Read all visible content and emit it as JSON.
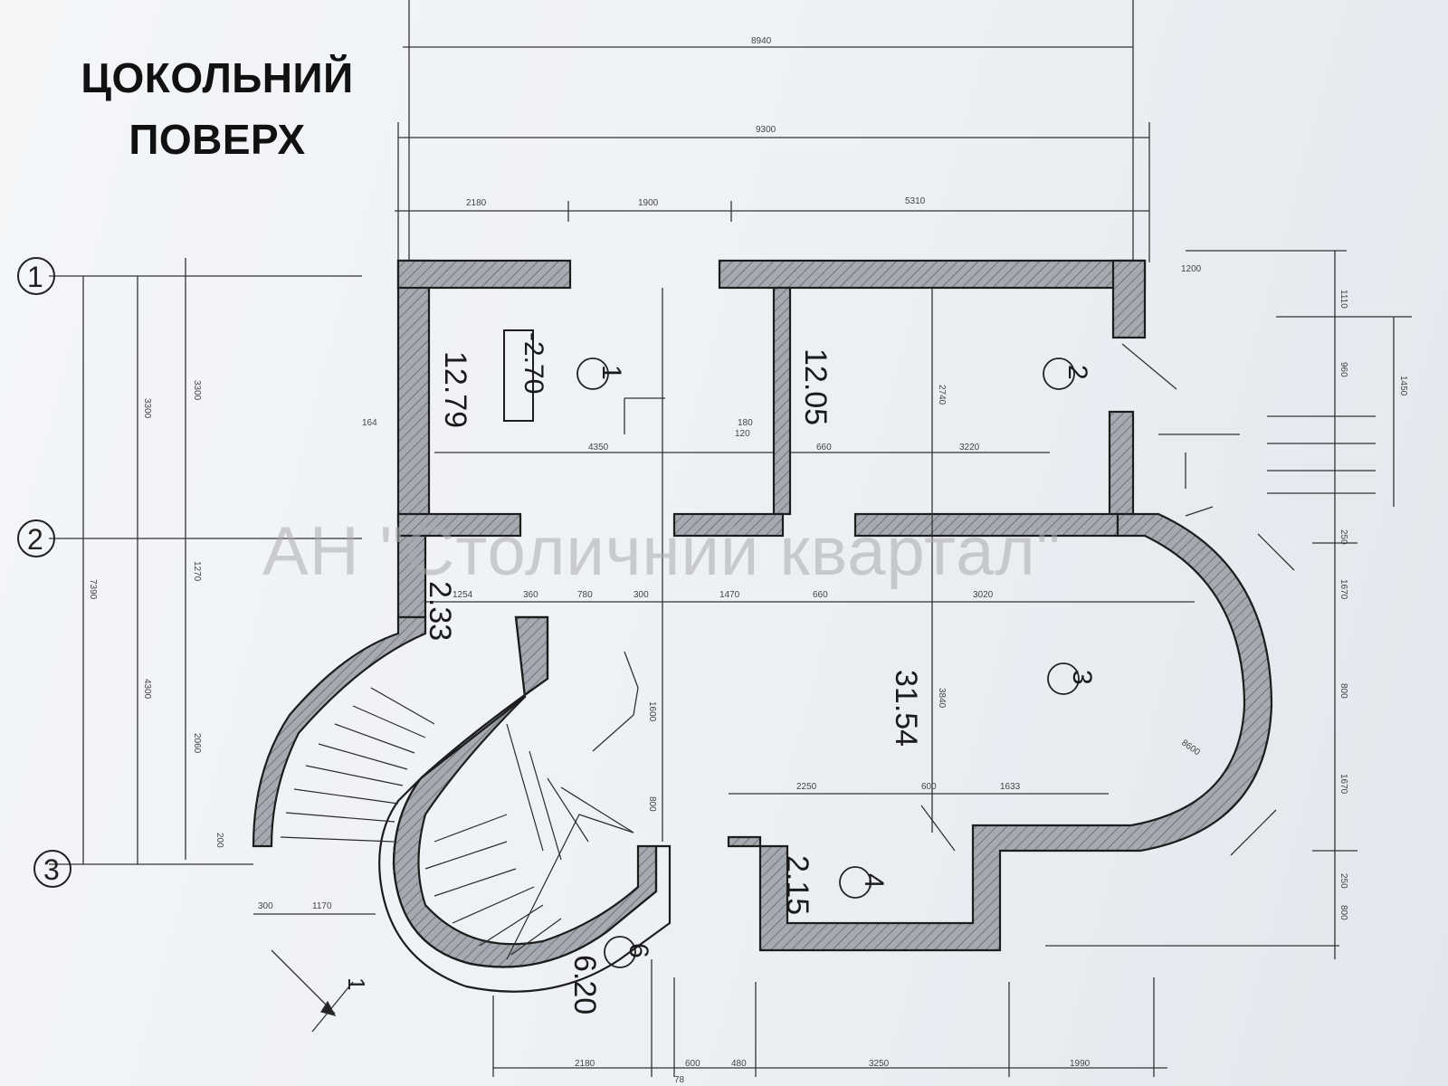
{
  "title": {
    "line1": "ЦОКОЛЬНИЙ",
    "line2": "ПОВЕРХ"
  },
  "watermark": "АН \"Столичний квартал\"",
  "level_mark": "-2.70",
  "axes": [
    "1",
    "2",
    "3"
  ],
  "rooms": [
    {
      "number": "1",
      "area": "12.79"
    },
    {
      "number": "2",
      "area": "12.05"
    },
    {
      "number": "3",
      "area": "31.54"
    },
    {
      "number": "4",
      "area": "2.15"
    },
    {
      "number": "6",
      "area": "6.20"
    },
    {
      "number": "",
      "area": "2.33"
    }
  ],
  "section_mark": "1",
  "dimensions": {
    "top_overall": "8940",
    "top_total": "9300",
    "top_segments": [
      "2180",
      "1900",
      "5310"
    ],
    "left_chain": [
      "3300",
      "3300",
      "7390",
      "1270",
      "4300",
      "2060"
    ],
    "row_2": [
      "1254",
      "360",
      "780",
      "300",
      "1470",
      "660",
      "3020"
    ],
    "row_inner": [
      "4350",
      "660",
      "3220",
      "180"
    ],
    "row_lower": [
      "2250",
      "600",
      "1633"
    ],
    "bottom": [
      "2180",
      "600",
      "480",
      "3250",
      "1990",
      "78"
    ],
    "stair": [
      "300",
      "1170",
      "200"
    ],
    "right_chain": [
      "1200",
      "1110",
      "960",
      "1450",
      "250",
      "1670",
      "800",
      "1670",
      "250",
      "800"
    ],
    "misc": [
      "164",
      "120",
      "1600",
      "800",
      "3840",
      "2740",
      "8600"
    ]
  },
  "colors": {
    "wall_fill": "#9ea3aa",
    "line": "#1d1d1d",
    "paper": "#eef1f5"
  }
}
